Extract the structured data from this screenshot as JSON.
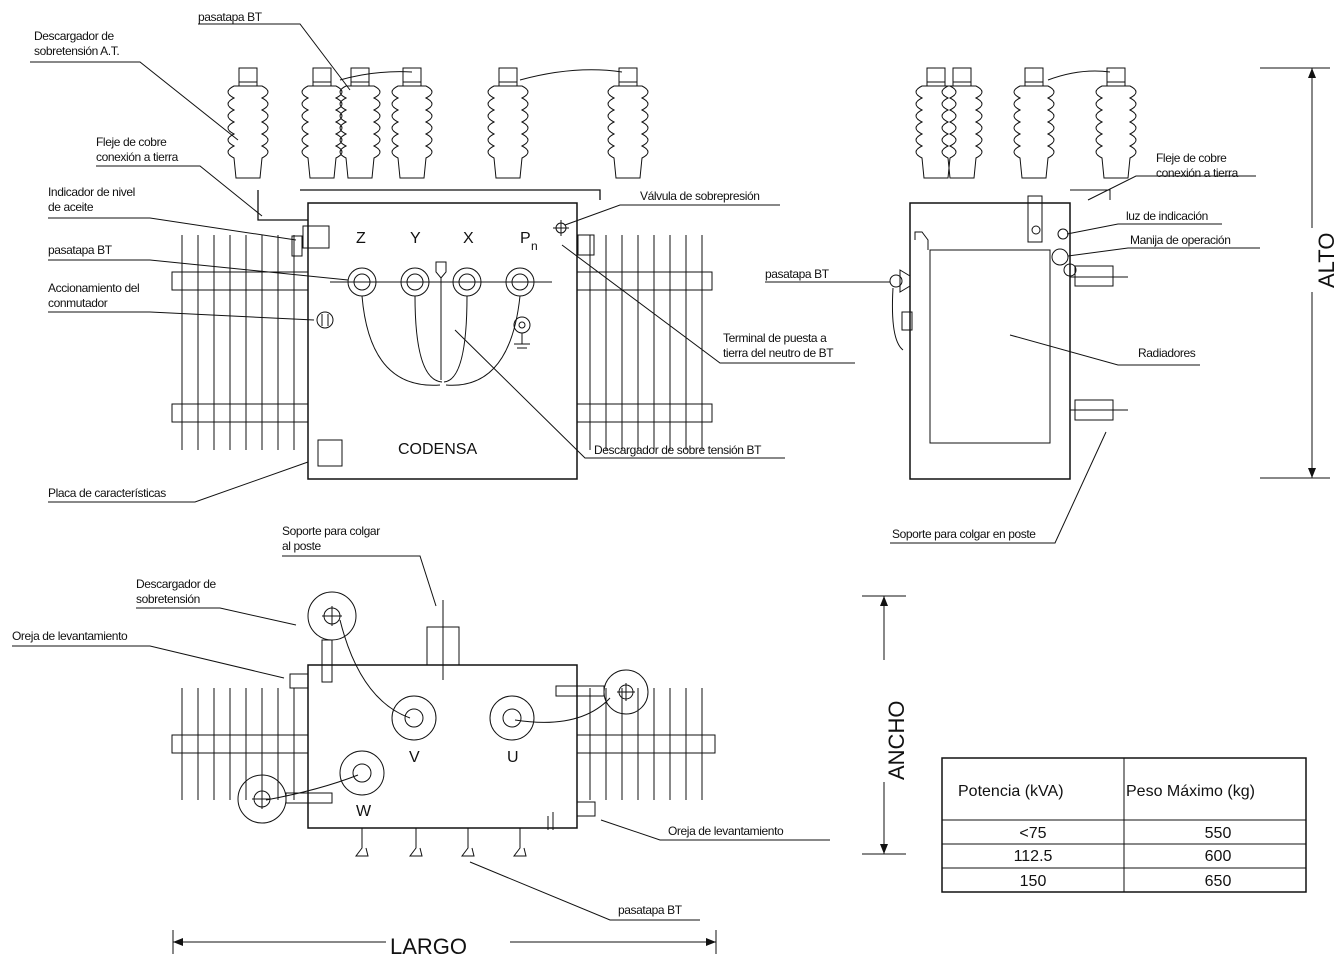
{
  "front": {
    "labels": {
      "descargador_at_1": "Descargador de",
      "descargador_at_2": "sobretensión A.T.",
      "pasatapa_top": "pasatapa BT",
      "fleje_1": "Fleje de cobre",
      "fleje_2": "conexión a tierra",
      "indicador_1": "Indicador de nivel",
      "indicador_2": "de aceite",
      "pasatapa_mid": "pasatapa BT",
      "accionamiento_1": "Accionamiento del",
      "accionamiento_2": "conmutador",
      "valvula": "Válvula de sobrepresión",
      "terminal_1": "Terminal de puesta a",
      "terminal_2": "tierra del  neutro de BT",
      "descargador_bt": "Descargador de sobre tensión BT",
      "placa": "Placa de características"
    },
    "terminals": [
      "Z",
      "Y",
      "X",
      "P",
      "n"
    ],
    "brand": "CODENSA"
  },
  "side": {
    "labels": {
      "fleje_1": "Fleje de cobre",
      "fleje_2": "conexión a tierra",
      "luz": "luz de indicación",
      "manija": "Manija de operación",
      "pasatapa": "pasatapa BT",
      "radiadores": "Radiadores",
      "soporte": "Soporte para colgar en poste"
    },
    "dimension": "ALTO"
  },
  "top": {
    "labels": {
      "soporte_1": "Soporte para colgar",
      "soporte_2": "al poste",
      "descargador_1": "Descargador de",
      "descargador_2": "sobretensión",
      "oreja_left": "Oreja de levantamiento",
      "oreja_right": "Oreja de levantamiento",
      "pasatapa": "pasatapa BT"
    },
    "terminals": [
      "V",
      "U",
      "W"
    ],
    "dim_width": "ANCHO",
    "dim_length": "LARGO"
  },
  "table": {
    "headers": [
      "Potencia (kVA)",
      "Peso Máximo (kg)"
    ],
    "rows": [
      [
        "<75",
        "550"
      ],
      [
        "112.5",
        "600"
      ],
      [
        "150",
        "650"
      ]
    ]
  }
}
